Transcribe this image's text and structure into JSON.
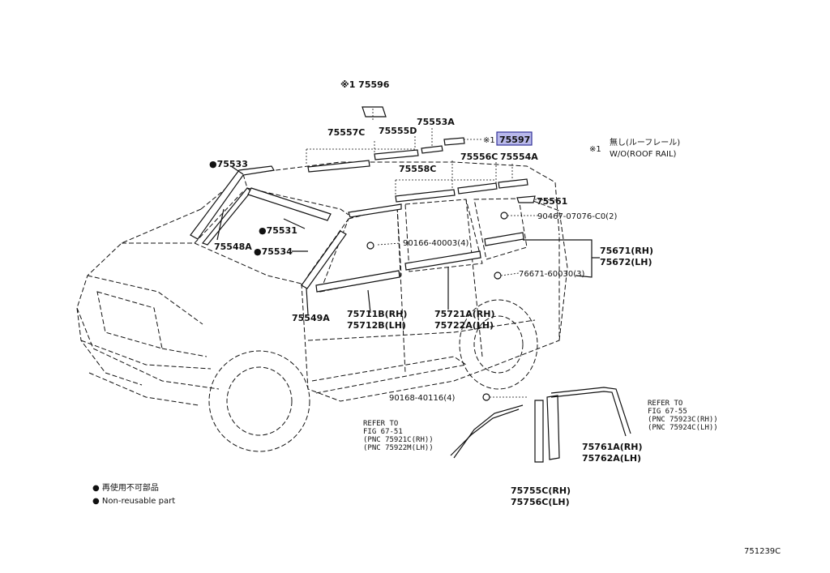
{
  "labels": {
    "p75596": "※1 75596",
    "p75553a": "75553A",
    "p75597_prefix": "※1",
    "p75597": "75597",
    "p75557c": "75557C",
    "p75555d": "75555D",
    "p75556c": "75556C",
    "p75554a": "75554A",
    "p75558c": "75558C",
    "p75533": "●75533",
    "p75531": "●75531",
    "p75534": "●75534",
    "p75548a": "75548A",
    "p75549a": "75549A",
    "p75561": "75561",
    "p90467": "90467-07076-C0(2)",
    "p90166": "90166-40003(4)",
    "p75671": "75671(RH)",
    "p75672": "75672(LH)",
    "p76671": "76671-60030(3)",
    "p75711b": "75711B(RH)",
    "p75712b": "75712B(LH)",
    "p75721a": "75721A(RH)",
    "p75722a": "75722A(LH)",
    "p90168": "90168-40116(4)",
    "p75761a": "75761A(RH)",
    "p75762a": "75762A(LH)",
    "p75755c": "75755C(RH)",
    "p75756c": "75756C(LH)"
  },
  "references": {
    "left": [
      "REFER TO",
      "FIG  67-51",
      "(PNC  75921C(RH))",
      "(PNC  75922M(LH))"
    ],
    "right": [
      "REFER TO",
      "FIG  67-55",
      "(PNC  75923C(RH))",
      "(PNC  75924C(LH))"
    ]
  },
  "note": {
    "marker": "※1",
    "jp": "無し(ルーフレール)",
    "en": "W/O(ROOF RAIL)"
  },
  "legend": {
    "jp": "● 再使用不可部品",
    "en": "● Non-reusable part"
  },
  "figure_id": "751239C",
  "colors": {
    "highlight": "#b8b8ea",
    "ink": "#111111"
  }
}
